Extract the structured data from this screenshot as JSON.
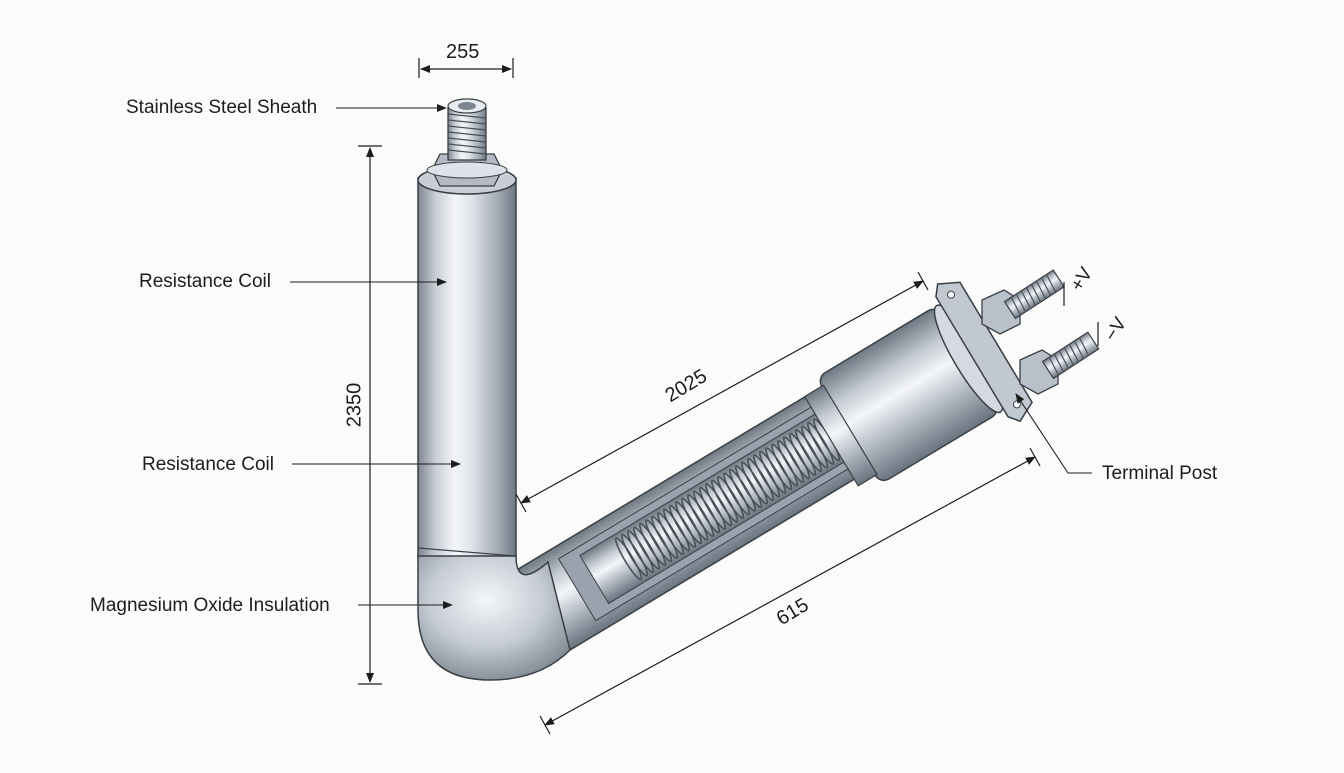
{
  "labels": {
    "sheath": "Stainless Steel Sheath",
    "coil_top": "Resistance Coil",
    "coil_mid": "Resistance Coil",
    "insulation": "Magnesium Oxide Insulation",
    "terminal": "Terminal Post",
    "plus_v": "+V",
    "minus_v": "−V"
  },
  "dimensions": {
    "top_width": "255",
    "vertical_height": "2350",
    "diagonal_length": "2025",
    "bottom_length": "615"
  },
  "colors": {
    "line": "#1d1d1d",
    "metal_light": "#eef1f5",
    "metal_mid": "#b9c0ca",
    "metal_dark": "#6f7883",
    "background": "#fbfbfb"
  }
}
